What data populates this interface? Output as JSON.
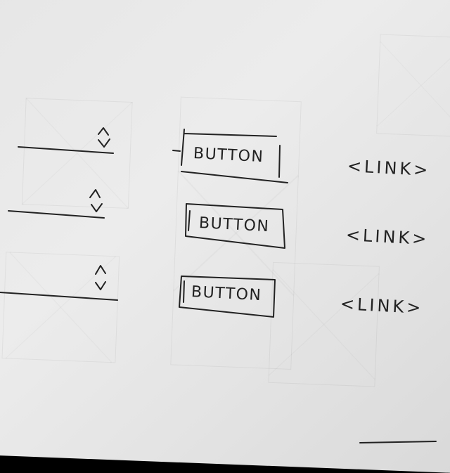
{
  "rows": [
    {
      "select": {
        "icon": "up-down-chevron-icon"
      },
      "button": {
        "label": "BUTTON"
      },
      "link": {
        "label": "<LINK>"
      }
    },
    {
      "select": {
        "icon": "up-down-chevron-icon"
      },
      "button": {
        "label": "BUTTON"
      },
      "link": {
        "label": "<LINK>"
      }
    },
    {
      "select": {
        "icon": "up-down-chevron-icon"
      },
      "button": {
        "label": "BUTTON"
      },
      "link": {
        "label": "<LINK>"
      }
    }
  ],
  "colors": {
    "paper": "#e8e8e8",
    "ink": "#222222",
    "background": "#000000"
  }
}
